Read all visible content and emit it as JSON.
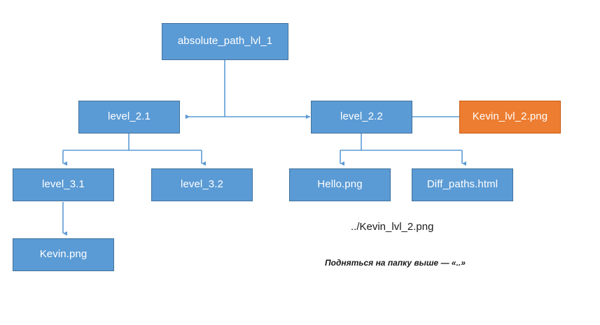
{
  "diagram": {
    "title_text": "absolute_path_lvl_1",
    "colors": {
      "node_blue_fill": "#5B9BD5",
      "node_blue_border": "#41719C",
      "node_orange_fill": "#ED7D31",
      "node_orange_border": "#C55A11",
      "connector": "#5B9BD5",
      "background": "#FFFFFF",
      "note_text": "#1A1A1A"
    },
    "nodes": [
      {
        "id": "root",
        "label": "absolute_path_lvl_1",
        "kind": "folder",
        "color": "blue",
        "level": 1
      },
      {
        "id": "level_2_1",
        "label": "level_2.1",
        "kind": "folder",
        "color": "blue",
        "level": 2
      },
      {
        "id": "level_2_2",
        "label": "level_2.2",
        "kind": "folder",
        "color": "blue",
        "level": 2
      },
      {
        "id": "kevin_lvl_2",
        "label": "Kevin_lvl_2.png",
        "kind": "file",
        "color": "orange",
        "level": 2
      },
      {
        "id": "level_3_1",
        "label": "level_3.1",
        "kind": "folder",
        "color": "blue",
        "level": 3
      },
      {
        "id": "level_3_2",
        "label": "level_3.2",
        "kind": "folder",
        "color": "blue",
        "level": 3
      },
      {
        "id": "hello_png",
        "label": "Hello.png",
        "kind": "file",
        "color": "blue",
        "level": 3
      },
      {
        "id": "diff_paths",
        "label": "Diff_paths.html",
        "kind": "file",
        "color": "blue",
        "level": 3
      },
      {
        "id": "kevin_png",
        "label": "Kevin.png",
        "kind": "file",
        "color": "blue",
        "level": 4
      }
    ],
    "annotations": {
      "relative_path": "../Kevin_lvl_2.png",
      "hint": "Подняться на папку выше — «..»"
    }
  }
}
